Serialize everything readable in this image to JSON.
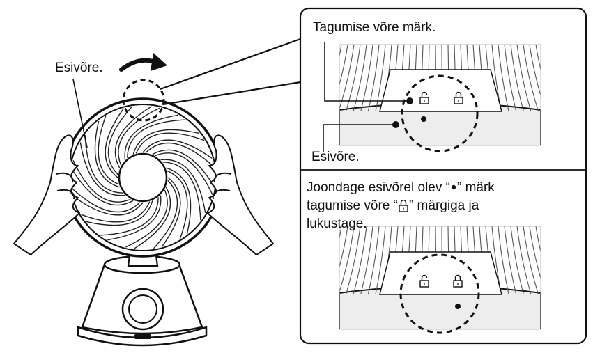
{
  "labels": {
    "front_grille_main": "Esivõre.",
    "rear_grille_mark": "Tagumise võre märk.",
    "front_grille_detail": "Esivõre."
  },
  "instruction": {
    "line1_start": "Joondage esivõrel olev “",
    "line1_end": "” märk",
    "line2_start": "tagumise võre “",
    "line2_end": "” märgiga ja",
    "line3": "lukustage."
  },
  "icons": {
    "front_mark": "dot-icon",
    "rear_mark": "padlock-icon",
    "rotation": "curved-arrow-icon"
  },
  "colors": {
    "ink": "#111111",
    "gray": "#777777"
  }
}
